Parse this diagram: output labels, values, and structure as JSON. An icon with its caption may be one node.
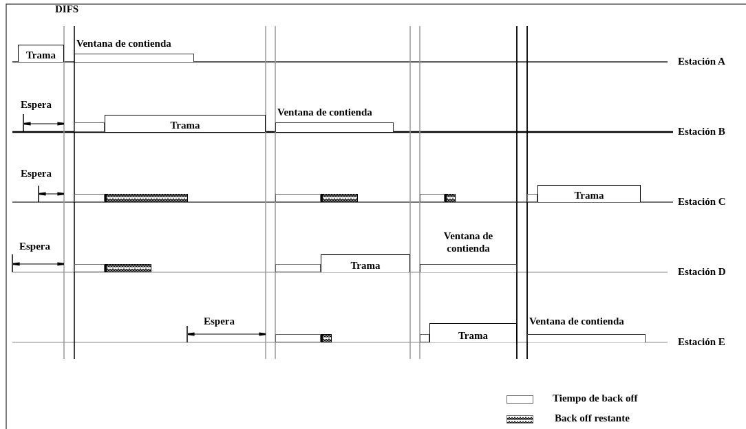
{
  "diagram": {
    "nodes": [
      {
        "text": [
          "Trama"
        ]
      },
      {
        "text": [
          "Ventana de contienda"
        ]
      },
      {
        "text": [],
        "shape": "box"
      },
      {
        "text": [
          "Trama"
        ]
      },
      {
        "text": [
          "Ventana de contienda"
        ]
      },
      {
        "text": [],
        "shape": "box"
      },
      {
        "text": [],
        "shape": "bar"
      },
      {
        "text": [],
        "shape": "box"
      },
      {
        "text": [],
        "shape": "bar"
      },
      {
        "text": [],
        "shape": "box"
      },
      {
        "text": [],
        "shape": "bar"
      },
      {
        "text": [],
        "shape": "box"
      },
      {
        "text": [
          "Trama"
        ]
      },
      {
        "text": [],
        "shape": "box"
      },
      {
        "text": [],
        "shape": "bar"
      },
      {
        "text": [],
        "shape": "box"
      },
      {
        "text": [
          "Trama"
        ]
      },
      {
        "text": [
          "Ventana de contienda"
        ]
      },
      {
        "text": [],
        "shape": "box"
      },
      {
        "text": [],
        "shape": "bar"
      },
      {
        "text": [],
        "shape": "box"
      },
      {
        "text": [
          "Trama"
        ]
      },
      {
        "text": [
          "Ventana de contienda"
        ]
      }
    ],
    "labels": [
      "DIFS",
      "Estación A",
      "Espera",
      "Estación B",
      "Espera",
      "Estación C",
      "Espera",
      "Estación D",
      "Espera",
      "Estación E"
    ],
    "legend": [
      {
        "text": "Tiempo de back off"
      },
      {
        "text": "Back off restante"
      }
    ]
  }
}
